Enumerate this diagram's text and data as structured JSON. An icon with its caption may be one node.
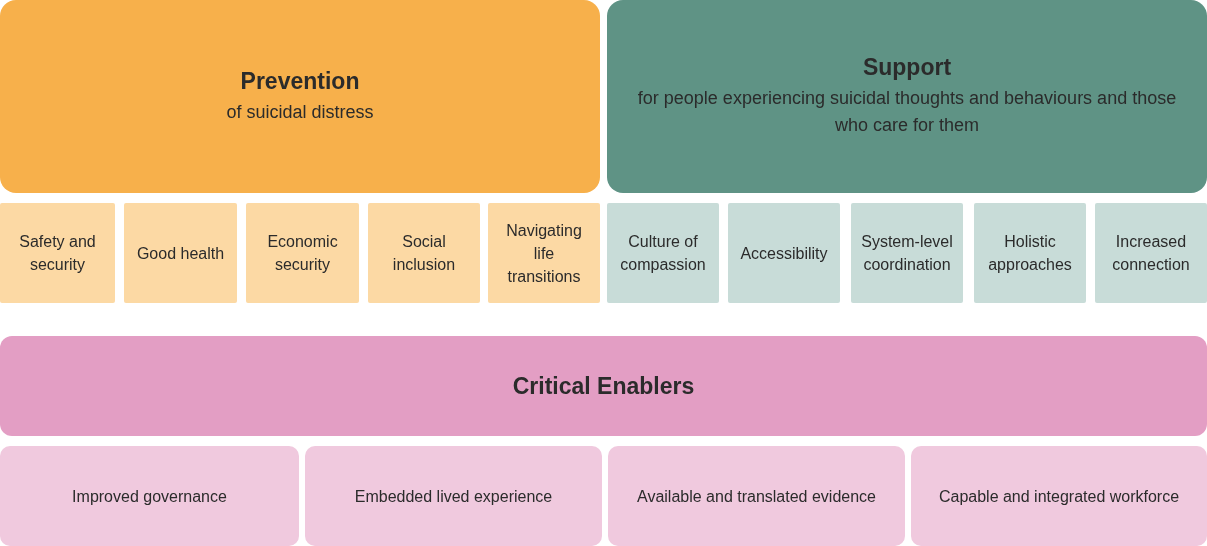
{
  "diagram": {
    "nodes": [
      {
        "text": [
          "Prevention",
          "of suicidal distress"
        ]
      },
      {
        "text": [
          "Support",
          "for people experiencing suicidal thoughts and behaviours and those who care for them"
        ]
      },
      {
        "text": [
          "Safety and security"
        ]
      },
      {
        "text": [
          "Good health"
        ]
      },
      {
        "text": [
          "Economic security"
        ]
      },
      {
        "text": [
          "Social inclusion"
        ]
      },
      {
        "text": [
          "Navigating life transitions"
        ]
      },
      {
        "text": [
          "Culture of compassion"
        ]
      },
      {
        "text": [
          "Accessibility"
        ]
      },
      {
        "text": [
          "System-level coordination"
        ]
      },
      {
        "text": [
          "Holistic approaches"
        ]
      },
      {
        "text": [
          "Increased connection"
        ]
      },
      {
        "text": [
          "Critical Enablers"
        ]
      },
      {
        "text": [
          "Improved governance"
        ]
      },
      {
        "text": [
          "Embedded lived experience"
        ]
      },
      {
        "text": [
          "Available and translated evidence"
        ]
      },
      {
        "text": [
          "Capable and integrated workforce"
        ]
      }
    ]
  }
}
